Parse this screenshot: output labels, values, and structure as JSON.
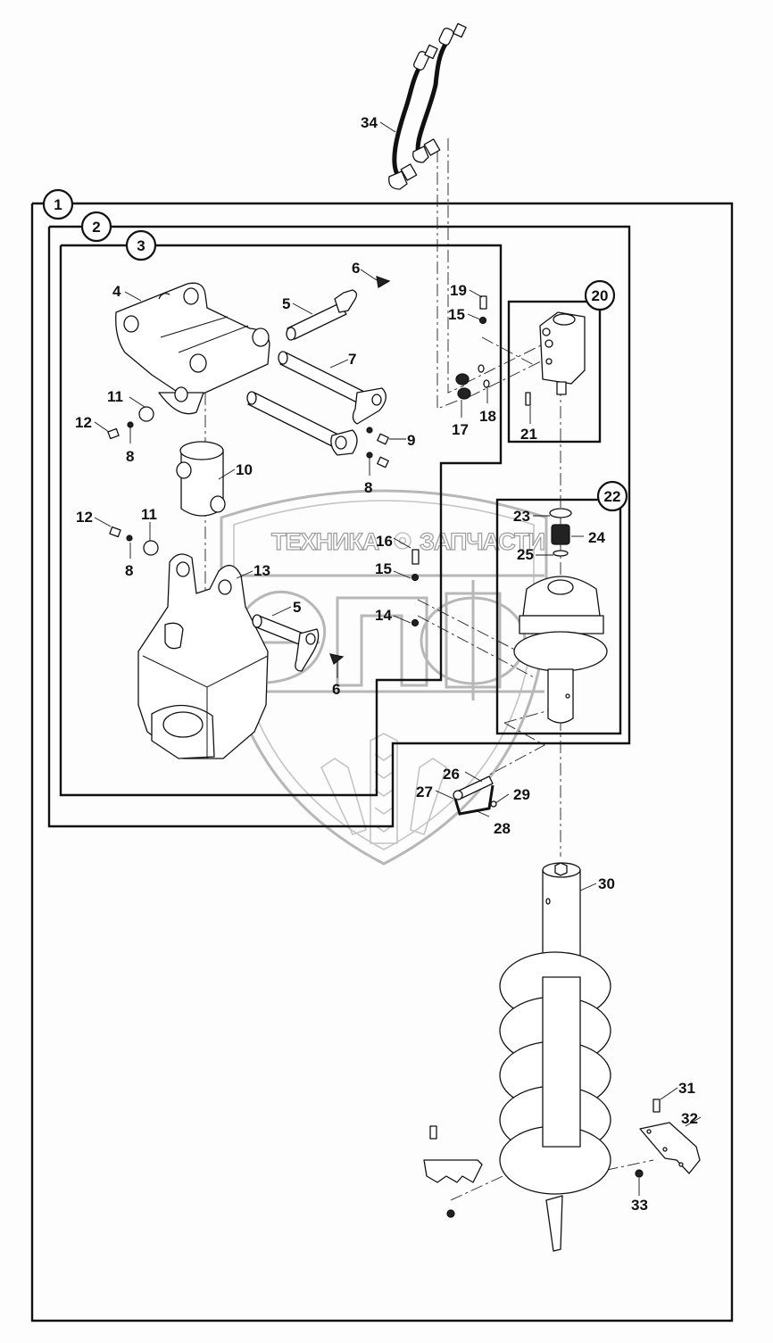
{
  "title": "Auger attachment exploded parts diagram",
  "watermark": {
    "left_text": "ТЕХНИКА",
    "right_text": "ЗАПЧАСТИ",
    "logo_letters": "ЭПФ",
    "color": "#b7b7b7"
  },
  "assembly_badges": [
    {
      "id": "1",
      "label": "1",
      "description": "complete assembly frame"
    },
    {
      "id": "2",
      "label": "2",
      "description": "sub-assembly frame"
    },
    {
      "id": "3",
      "label": "3",
      "description": "mounting frame sub-assembly"
    },
    {
      "id": "20",
      "label": "20",
      "description": "hydraulic motor group"
    },
    {
      "id": "22",
      "label": "22",
      "description": "gearbox group"
    }
  ],
  "callouts": [
    {
      "label": "34",
      "part": "hydraulic hoses"
    },
    {
      "label": "6",
      "part": "grease nipple (top)"
    },
    {
      "label": "4",
      "part": "mounting bracket"
    },
    {
      "label": "5",
      "part": "pin (top)"
    },
    {
      "label": "7",
      "part": "pin"
    },
    {
      "label": "19",
      "part": "bolt"
    },
    {
      "label": "15",
      "part": "washer (top)"
    },
    {
      "label": "11",
      "part": "disc (top)"
    },
    {
      "label": "12",
      "part": "bolt (top)"
    },
    {
      "label": "8",
      "part": "washer (top left)"
    },
    {
      "label": "9",
      "part": "bolt"
    },
    {
      "label": "8",
      "part": "washer (right)"
    },
    {
      "label": "10",
      "part": "bushing tube"
    },
    {
      "label": "17",
      "part": "fitting"
    },
    {
      "label": "18",
      "part": "o-ring"
    },
    {
      "label": "21",
      "part": "key"
    },
    {
      "label": "12",
      "part": "bolt (lower)"
    },
    {
      "label": "11",
      "part": "disc (lower)"
    },
    {
      "label": "8",
      "part": "washer (lower)"
    },
    {
      "label": "13",
      "part": "hanger bracket"
    },
    {
      "label": "5",
      "part": "pin (lower)"
    },
    {
      "label": "6",
      "part": "grease nipple (lower)"
    },
    {
      "label": "16",
      "part": "bolt"
    },
    {
      "label": "15",
      "part": "washer (middle)"
    },
    {
      "label": "14",
      "part": "nut"
    },
    {
      "label": "23",
      "part": "o-ring large"
    },
    {
      "label": "24",
      "part": "spline coupling"
    },
    {
      "label": "25",
      "part": "o-ring small"
    },
    {
      "label": "26",
      "part": "pin"
    },
    {
      "label": "27",
      "part": "clip"
    },
    {
      "label": "28",
      "part": "chain"
    },
    {
      "label": "29",
      "part": "ring"
    },
    {
      "label": "30",
      "part": "auger shaft"
    },
    {
      "label": "31",
      "part": "bolt"
    },
    {
      "label": "32",
      "part": "cutting teeth plate"
    },
    {
      "label": "33",
      "part": "nut"
    }
  ]
}
